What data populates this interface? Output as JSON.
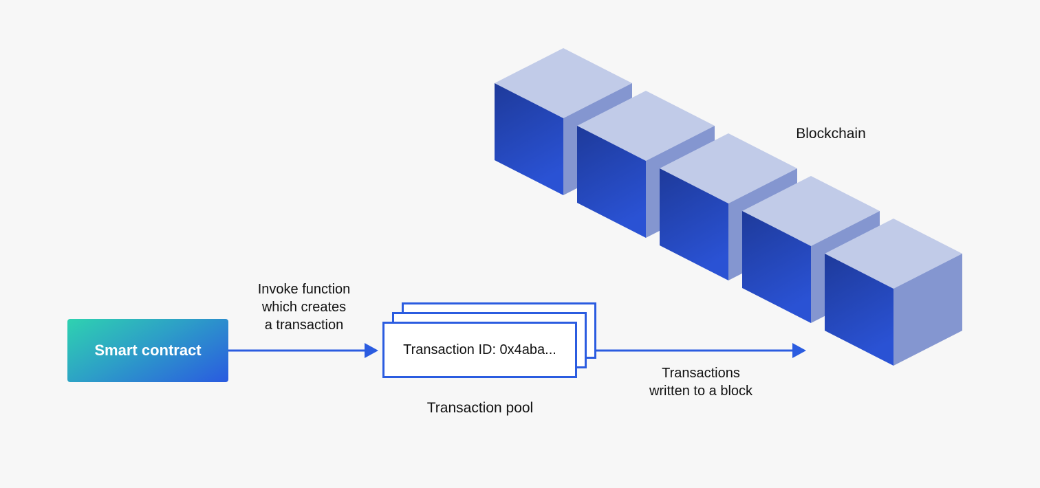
{
  "diagram": {
    "title": "Smart contract transaction flow to blockchain",
    "nodes": {
      "smart_contract": {
        "label": "Smart contract"
      },
      "transaction_pool": {
        "card_text": "Transaction ID: 0x4aba...",
        "caption": "Transaction pool",
        "stacked_cards": 3
      },
      "blockchain": {
        "label": "Blockchain",
        "block_count": 5
      }
    },
    "edges": [
      {
        "from": "smart_contract",
        "to": "transaction_pool",
        "label_lines": [
          "Invoke function",
          "which creates",
          "a transaction"
        ]
      },
      {
        "from": "transaction_pool",
        "to": "blockchain",
        "label_lines": [
          "Transactions",
          "written to a block"
        ]
      }
    ],
    "colors": {
      "background": "#f7f7f7",
      "arrow": "#2b5ce0",
      "card_border": "#2b5ce0",
      "cube_top": "#c1cbe8",
      "cube_right": "#8496d0",
      "cube_front_dark": "#1e3a9a",
      "cube_front_light": "#2a52d4",
      "contract_gradient_start": "#2fd2b0",
      "contract_gradient_end": "#2a5ae0"
    }
  }
}
